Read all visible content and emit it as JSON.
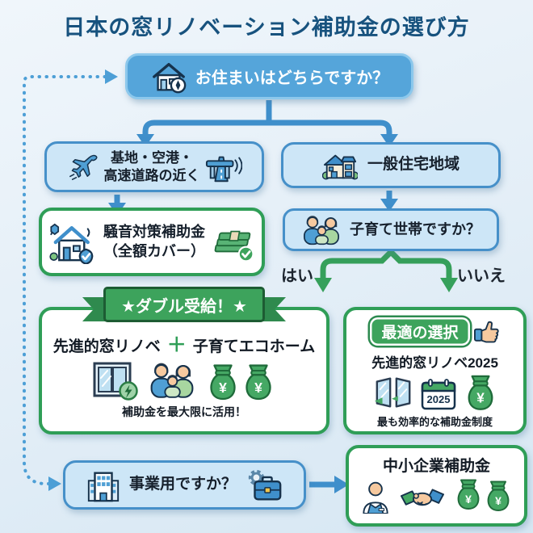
{
  "title": "日本の窓リノベーション補助金の選び方",
  "flow": {
    "q_residence": {
      "label": "お住まいはどちらですか？"
    },
    "opt_noise_area": {
      "line1": "基地・空港・",
      "line2": "高速道路の近く"
    },
    "opt_residential": {
      "label": "一般住宅地域"
    },
    "result_noise": {
      "line1": "騒音対策補助金",
      "line2": "（全額カバー）"
    },
    "q_children": {
      "label": "子育て世帯ですか？",
      "yes_label": "はい",
      "no_label": "いいえ"
    },
    "result_double": {
      "banner": "★ダブル受給！★",
      "program1": "先進的窓リノベ",
      "plus": "＋",
      "program2": "子育てエコホーム",
      "note": "補助金を最大限に活用！"
    },
    "result_optimal": {
      "badge": "最適の選択",
      "program": "先進的窓リノベ2025",
      "calendar_year": "2025",
      "note": "最も効率的な補助金制度"
    },
    "q_business": {
      "label": "事業用ですか？"
    },
    "result_sme": {
      "label": "中小企業補助金"
    }
  },
  "symbols": {
    "yen": "¥"
  },
  "colors": {
    "title_navy": "#17527e",
    "question_blue_fill": "#55a5da",
    "option_blue_fill": "#cde6f7",
    "arrow_blue": "#3f8fcb",
    "result_green_border": "#2f9e57",
    "ribbon_green": "#3da35c",
    "background": "#e3eef7"
  }
}
